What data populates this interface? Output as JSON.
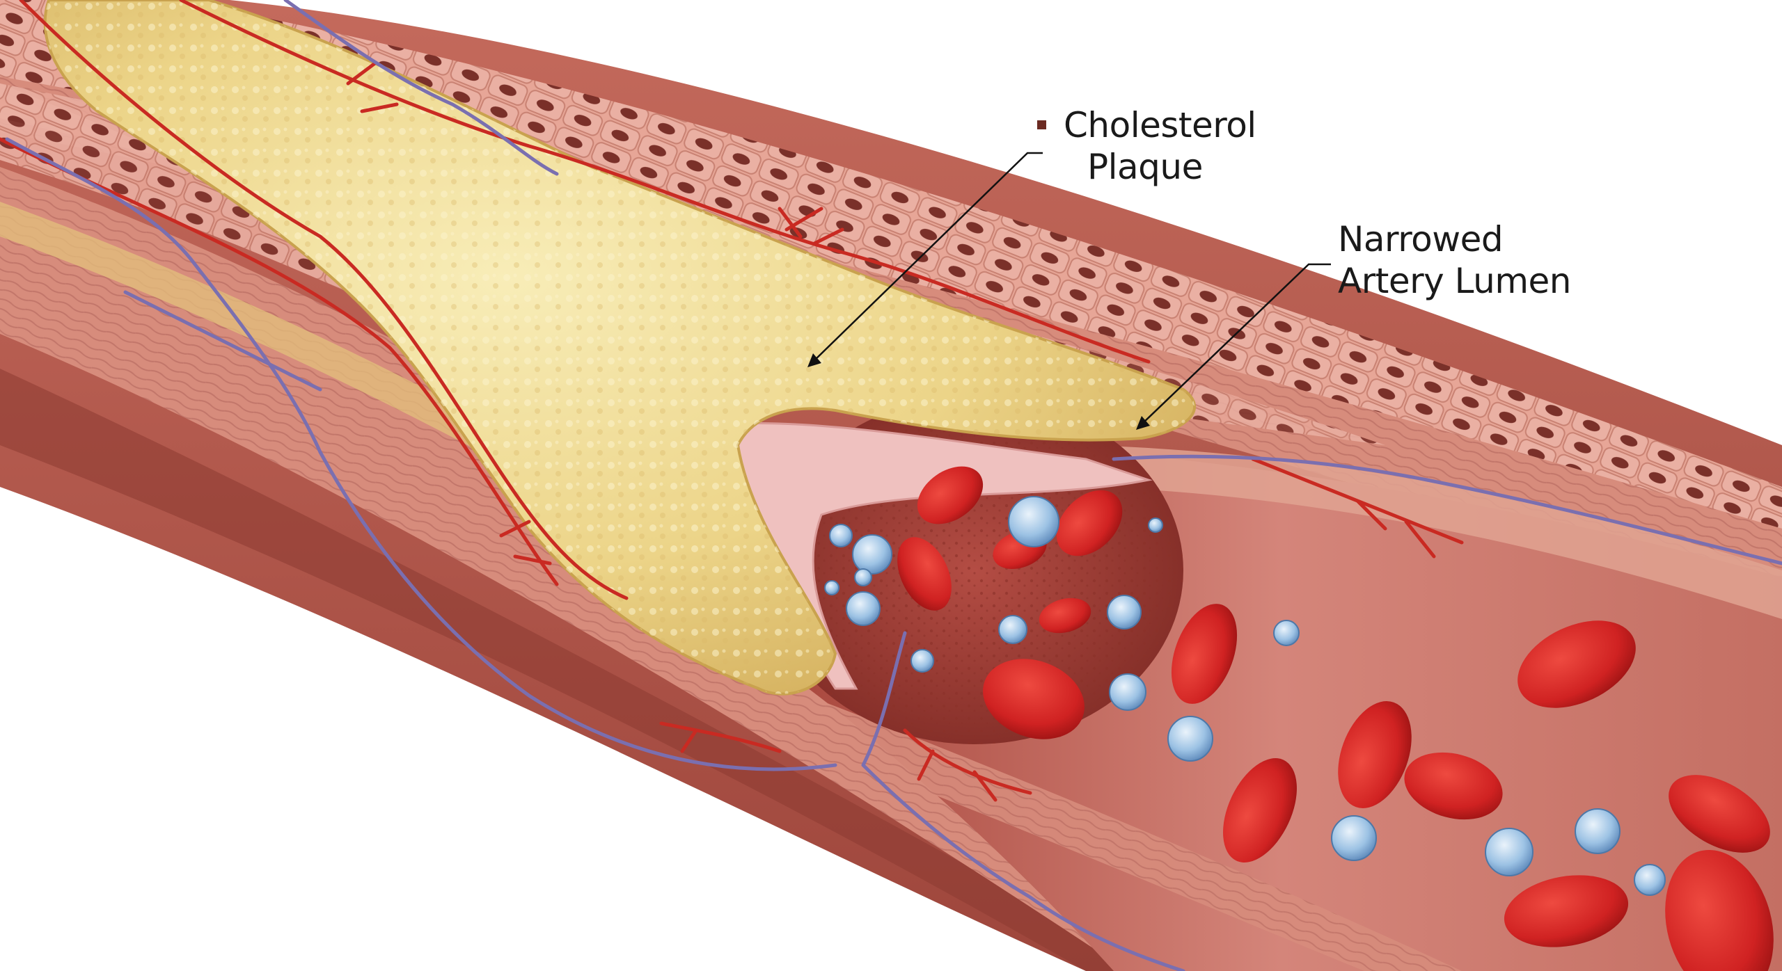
{
  "diagram": {
    "colors": {
      "background": "#ffffff",
      "outer_wall": "#b5594c",
      "outer_wall_dark": "#8c3a31",
      "media_layer": "#d98f7e",
      "cell_layer": "#e8a79a",
      "cell_nucleus": "#7a3029",
      "plaque": "#e9cf7c",
      "plaque_highlight": "#f7ebb4",
      "plaque_edge": "#c9a24e",
      "fibrous_cap": "#eebdbc",
      "lumen": "#c96a5e",
      "lumen_deep": "#9c3d35",
      "red_blood_cell": "#d42424",
      "white_blood_cell": "#8ab4dc",
      "vein": "#7a6fb0",
      "capillary": "#c92a22",
      "leader_line": "#111111"
    },
    "labels": {
      "plaque": {
        "line1": "Cholesterol",
        "line2": "Plaque"
      },
      "lumen": {
        "line1": "Narrowed",
        "line2": "Artery Lumen"
      }
    }
  }
}
